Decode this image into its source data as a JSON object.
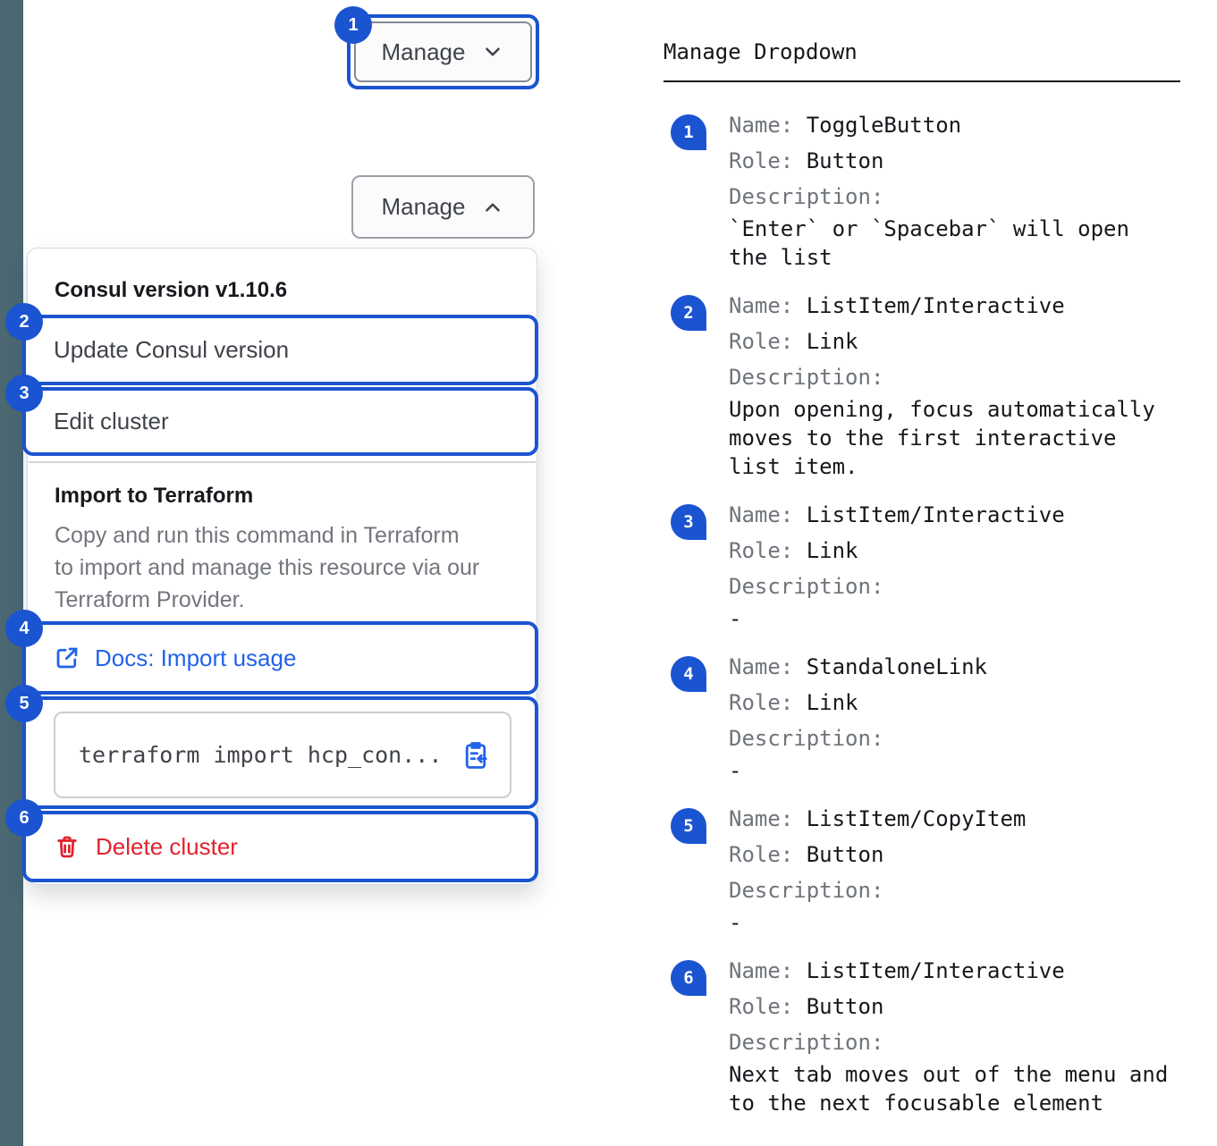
{
  "annotation_numbers": [
    "1",
    "2",
    "3",
    "4",
    "5",
    "6"
  ],
  "left_panel": {
    "toggle": {
      "collapsed_label": "Manage",
      "expanded_label": "Manage"
    },
    "dropdown": {
      "version_heading": "Consul version v1.10.6",
      "update_item": "Update Consul version",
      "edit_item": "Edit cluster",
      "import_heading": "Import to Terraform",
      "import_description": "Copy and run this command in Terraform to import and manage this resource via our Terraform Provider.",
      "docs_link": "Docs: Import usage",
      "copy_command": "terraform import hcp_con...",
      "delete_item": "Delete cluster"
    }
  },
  "right_panel": {
    "title": "Manage Dropdown",
    "field_labels": {
      "name": "Name:",
      "role": "Role:",
      "description": "Description:"
    },
    "items": [
      {
        "name": "ToggleButton",
        "role": "Button",
        "description": "`Enter` or `Spacebar` will open the list"
      },
      {
        "name": "ListItem/Interactive",
        "role": "Link",
        "description": "Upon opening, focus automatically moves to the first interactive list item."
      },
      {
        "name": "ListItem/Interactive",
        "role": "Link",
        "description": "-"
      },
      {
        "name": "StandaloneLink",
        "role": "Link",
        "description": "-"
      },
      {
        "name": "ListItem/CopyItem",
        "role": "Button",
        "description": "-"
      },
      {
        "name": "ListItem/Interactive",
        "role": "Button",
        "description": "Next tab moves out of the menu and to the next focusable element"
      }
    ]
  },
  "colors": {
    "accent_blue": "#1b54d0",
    "link_blue": "#2163eb",
    "danger_red": "#e0232e",
    "rail_slate": "#4a6772"
  }
}
